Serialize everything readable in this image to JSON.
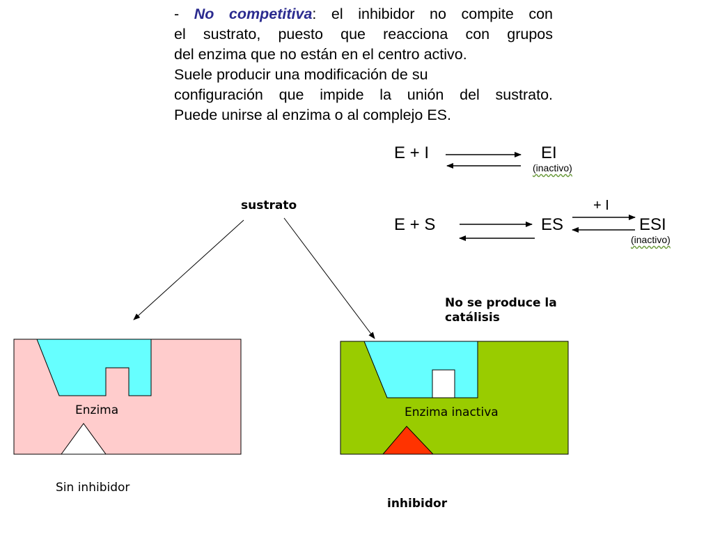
{
  "paragraph": {
    "dash": "- ",
    "term": "No competitiva",
    "lines": [
      ": el inhibidor no compite con",
      "el sustrato, puesto que reacciona con grupos",
      "del enzima que no están en el centro activo.",
      "Suele producir una modificación de su",
      "configuración que impide la unión del sustrato.",
      "Puede unirse al enzima o al complejo ES."
    ]
  },
  "equations": {
    "eq1_left": "E + I",
    "eq1_right": "EI",
    "eq1_note": "(inactivo)",
    "eq2_left": "E + S",
    "eq2_mid": "ES",
    "eq2_over": "+ I",
    "eq2_right": "ESI",
    "eq2_note": "(inactivo)"
  },
  "diagram": {
    "substrate_label": "sustrato",
    "catalysis_note_line1": "No se produce la",
    "catalysis_note_line2": "catálisis",
    "enzyme_label": "Enzima",
    "inactive_enzyme_label": "Enzima inactiva",
    "without_inhibitor_label": "Sin inhibidor",
    "inhibitor_label": "inhibidor"
  },
  "colors": {
    "term": "#2b2b8f",
    "enzyme_pink": "#ffcccc",
    "enzyme_green": "#99cc00",
    "active_site": "#66ffff",
    "inhibitor_red": "#ff3300"
  }
}
